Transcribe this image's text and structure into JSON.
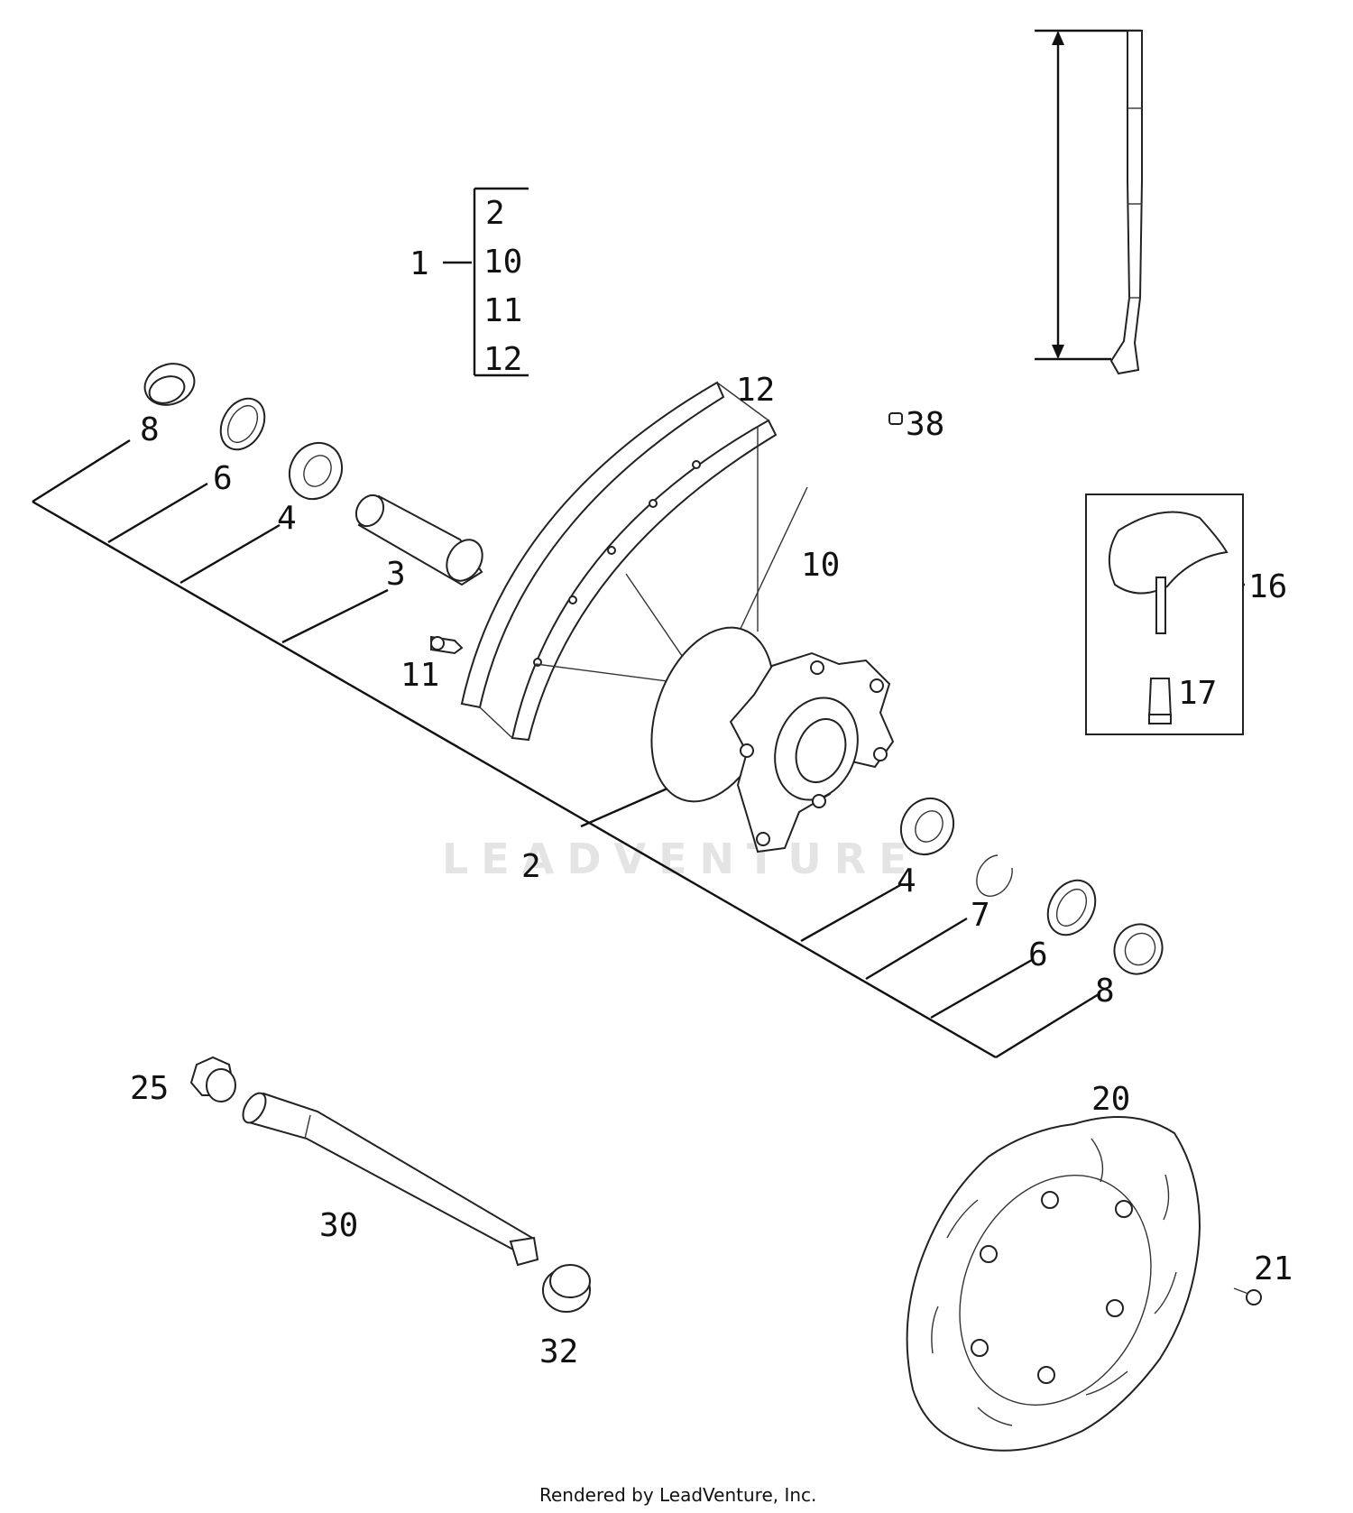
{
  "callouts": {
    "c1": "1",
    "group": [
      "2",
      "10",
      "11",
      "12"
    ],
    "c2": "2",
    "c3": "3",
    "c4a": "4",
    "c4b": "4",
    "c6a": "6",
    "c6b": "6",
    "c7": "7",
    "c8a": "8",
    "c8b": "8",
    "c10": "10",
    "c11": "11",
    "c12": "12",
    "c16": "16",
    "c17": "17",
    "c20": "20",
    "c21": "21",
    "c25": "25",
    "c30": "30",
    "c32": "32",
    "c38": "38"
  },
  "watermark": "LEADVENTURE",
  "footer": "Rendered by LeadVenture, Inc."
}
